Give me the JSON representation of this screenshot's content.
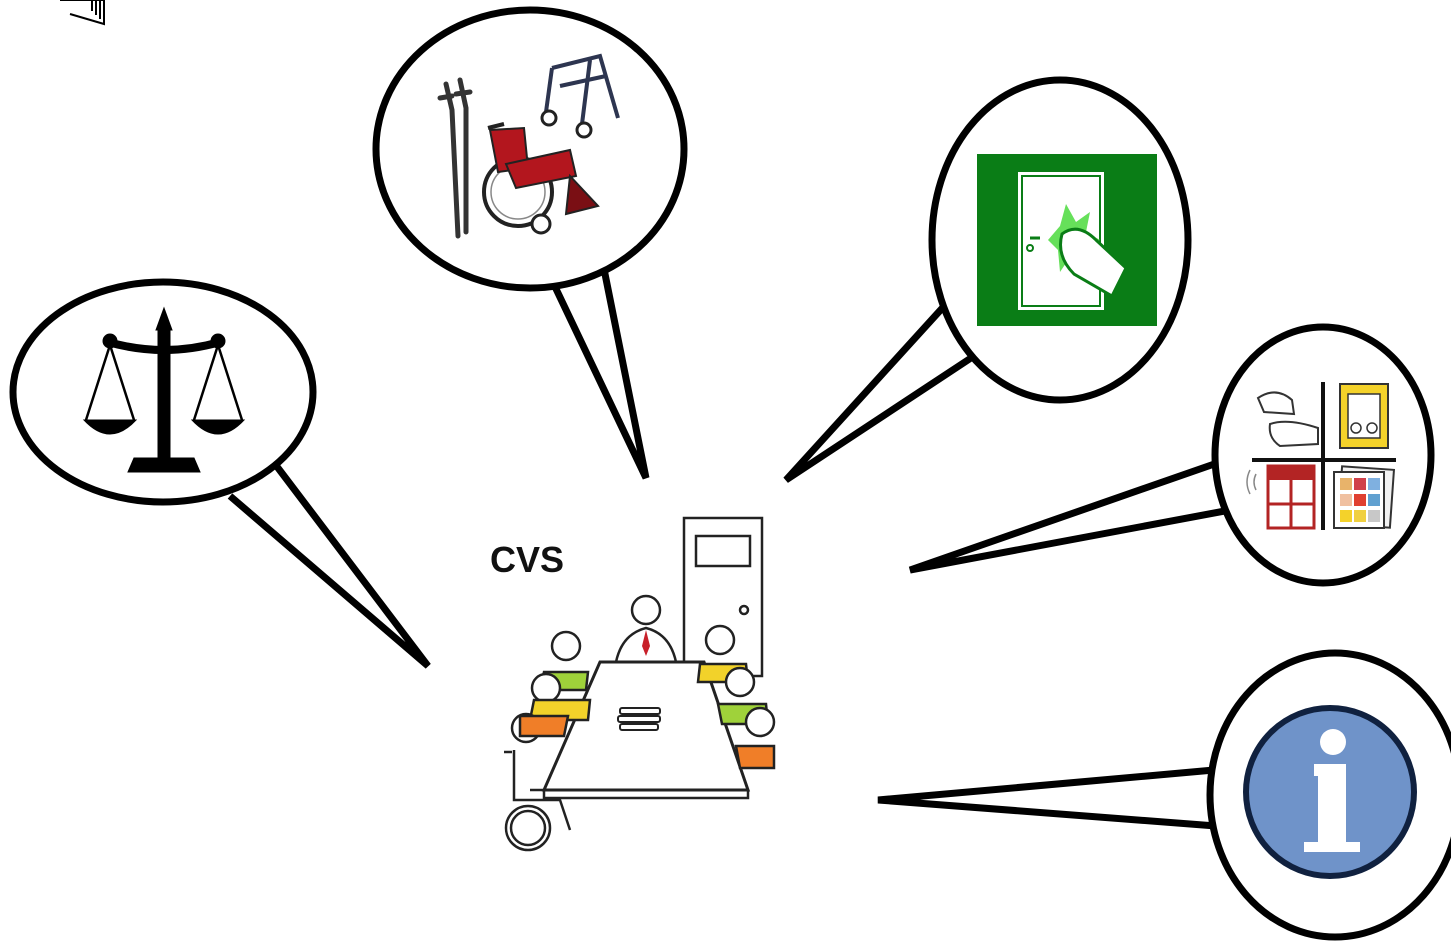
{
  "center": {
    "label": "CVS"
  },
  "bubbles": [
    {
      "name": "justice-scales",
      "icon": "scales-of-justice-icon"
    },
    {
      "name": "mobility-aids",
      "icon": "mobility-aids-icon"
    },
    {
      "name": "emergency-exit",
      "icon": "emergency-exit-door-icon"
    },
    {
      "name": "communication-systems",
      "icon": "communication-systems-icon"
    },
    {
      "name": "information",
      "icon": "information-icon"
    }
  ],
  "colors": {
    "outline": "#000000",
    "exit_green": "#0a7d16",
    "exit_light": "#66e05a",
    "wheelchair_red": "#b3161e",
    "info_blue": "#6f93c9",
    "info_ring": "#10213f",
    "chair_green": "#9fd23a",
    "chair_yellow": "#f2d22a",
    "chair_orange": "#f07e28",
    "book_yellow": "#f4d22a",
    "grid_red": "#b32424"
  }
}
